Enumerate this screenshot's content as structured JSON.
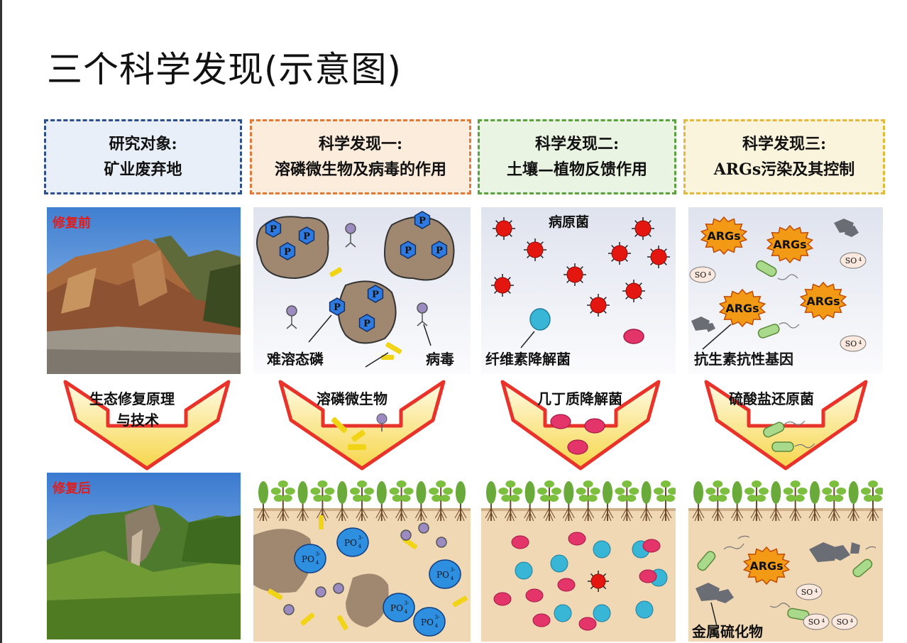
{
  "title": "三个科学发现(示意图)",
  "headers": [
    {
      "line1": "研究对象:",
      "line2": "矿业废弃地",
      "border": "#2f4f8a",
      "bg": "#e9eff8"
    },
    {
      "line1": "科学发现一:",
      "line2": "溶磷微生物及病毒的作用",
      "border": "#e0793a",
      "bg": "#fbecdc"
    },
    {
      "line1": "科学发现二:",
      "line2": "土壤—植物反馈作用",
      "border": "#5aa13f",
      "bg": "#eaf4e2"
    },
    {
      "line1": "科学发现三:",
      "line2": "ARGs污染及其控制",
      "border": "#e2b93a",
      "bg": "#fbf4dc"
    }
  ],
  "photos": {
    "before": "修复前",
    "after": "修复后"
  },
  "arrows": [
    {
      "line1": "生态修复原理",
      "line2": "与技术"
    },
    {
      "line1": "溶磷微生物"
    },
    {
      "line1": "几丁质降解菌"
    },
    {
      "line1": "硫酸盐还原菌"
    }
  ],
  "panel1": {
    "p_label": "P",
    "po4_label": "PO",
    "labels": [
      "难溶态磷",
      "病毒"
    ]
  },
  "panel2": {
    "top_label": "病原菌",
    "labels": [
      "纤维素降解菌"
    ]
  },
  "panel3": {
    "args_label": "ARGs",
    "so4_label": "SO",
    "labels": [
      "抗生素抗性基因",
      "金属硫化物"
    ]
  },
  "colors": {
    "arrow_red": "#e8322a",
    "arrow_fill": "#f6d64a",
    "pathogen": "#e3170f",
    "chitin": "#e3356a",
    "cellulose": "#39b5d5",
    "args_fill": "#f29a16"
  }
}
